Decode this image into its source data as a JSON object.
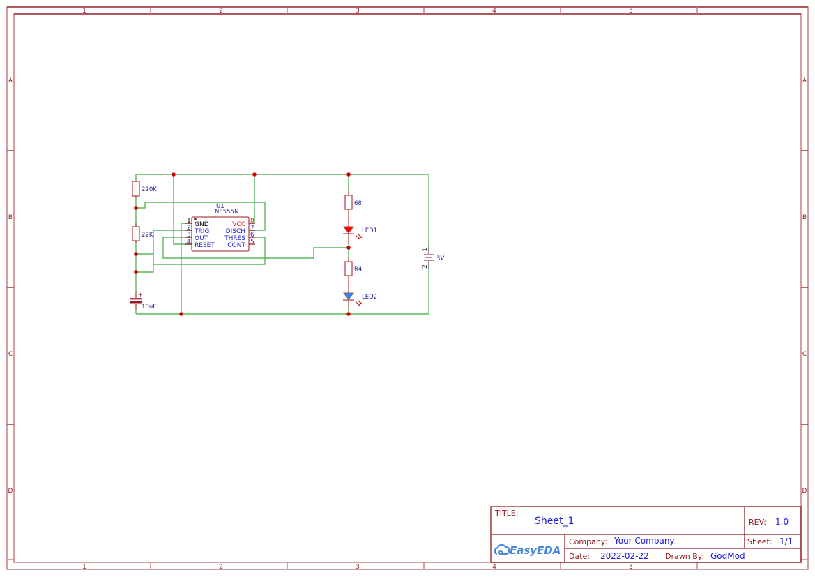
{
  "sheet": {
    "columns": [
      "1",
      "2",
      "3",
      "4",
      "5"
    ],
    "rows": [
      "A",
      "B",
      "C",
      "D"
    ]
  },
  "components": {
    "r1": {
      "value": "220K"
    },
    "r2": {
      "value": "22K"
    },
    "c1": {
      "value": "10uF",
      "polarity": "+"
    },
    "u1": {
      "designator": "U1",
      "part": "NE555N",
      "left_pins": [
        {
          "num": "1",
          "name": "GND",
          "color": "#000000"
        },
        {
          "num": "2",
          "name": "TRIG",
          "color": "#1a1acc"
        },
        {
          "num": "3",
          "name": "OUT",
          "color": "#1a1acc"
        },
        {
          "num": "4",
          "name": "RESET",
          "color": "#1a1acc"
        }
      ],
      "right_pins": [
        {
          "num": "8",
          "name": "VCC",
          "color": "#e0201f"
        },
        {
          "num": "7",
          "name": "DISCH",
          "color": "#1a1acc"
        },
        {
          "num": "6",
          "name": "THRES",
          "color": "#1a1acc"
        },
        {
          "num": "5",
          "name": "CONT",
          "color": "#1a1acc"
        }
      ]
    },
    "r3": {
      "value": "68"
    },
    "led1": {
      "label": "LED1",
      "color": "#ff0000"
    },
    "r4": {
      "value": "R4"
    },
    "led2": {
      "label": "LED2",
      "color": "#1e90ff"
    },
    "bt1": {
      "value": "3V",
      "pin1": "1",
      "pin2": "2"
    }
  },
  "title_block": {
    "title_label": "TITLE:",
    "title_value": "Sheet_1",
    "rev_label": "REV:",
    "rev_value": "1.0",
    "company_label": "Company:",
    "company_value": "Your Company",
    "sheet_label": "Sheet:",
    "sheet_value": "1/1",
    "date_label": "Date:",
    "date_value": "2022-02-22",
    "drawn_by_label": "Drawn By:",
    "drawn_by_value": "GodMod",
    "logo_text": "EasyEDA"
  },
  "colors": {
    "frame": "#8e1c22",
    "wire": "#5cb85c",
    "junction": "#d40000",
    "part_outline": "#b5494f",
    "text_blue": "#1a1add"
  }
}
